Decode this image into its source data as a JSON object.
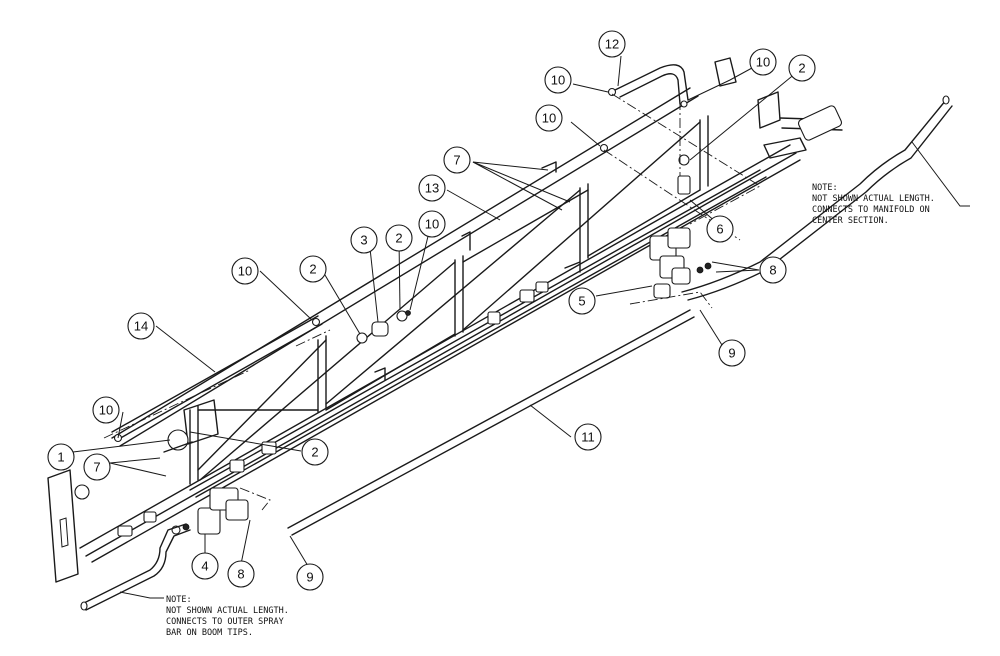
{
  "callouts": [
    {
      "id": "c12",
      "label": "12"
    },
    {
      "id": "c10a",
      "label": "10"
    },
    {
      "id": "c10b",
      "label": "10"
    },
    {
      "id": "c2a",
      "label": "2"
    },
    {
      "id": "c10c",
      "label": "10"
    },
    {
      "id": "c7a",
      "label": "7"
    },
    {
      "id": "c13",
      "label": "13"
    },
    {
      "id": "c6",
      "label": "6"
    },
    {
      "id": "c3",
      "label": "3"
    },
    {
      "id": "c2b",
      "label": "2"
    },
    {
      "id": "c10d",
      "label": "10"
    },
    {
      "id": "c2c",
      "label": "2"
    },
    {
      "id": "c10e",
      "label": "10"
    },
    {
      "id": "c8a",
      "label": "8"
    },
    {
      "id": "c5",
      "label": "5"
    },
    {
      "id": "c14",
      "label": "14"
    },
    {
      "id": "c9a",
      "label": "9"
    },
    {
      "id": "c10f",
      "label": "10"
    },
    {
      "id": "c11",
      "label": "11"
    },
    {
      "id": "c2d",
      "label": "2"
    },
    {
      "id": "c1",
      "label": "1"
    },
    {
      "id": "c7b",
      "label": "7"
    },
    {
      "id": "c4",
      "label": "4"
    },
    {
      "id": "c8b",
      "label": "8"
    },
    {
      "id": "c9b",
      "label": "9"
    }
  ],
  "notes": {
    "right": [
      "NOTE:",
      "NOT SHOWN ACTUAL LENGTH.",
      "CONNECTS TO MANIFOLD ON",
      "CENTER SECTION."
    ],
    "left": [
      "NOTE:",
      "NOT SHOWN ACTUAL LENGTH.",
      "CONNECTS TO OUTER SPRAY",
      "BAR ON BOOM TIPS."
    ]
  }
}
